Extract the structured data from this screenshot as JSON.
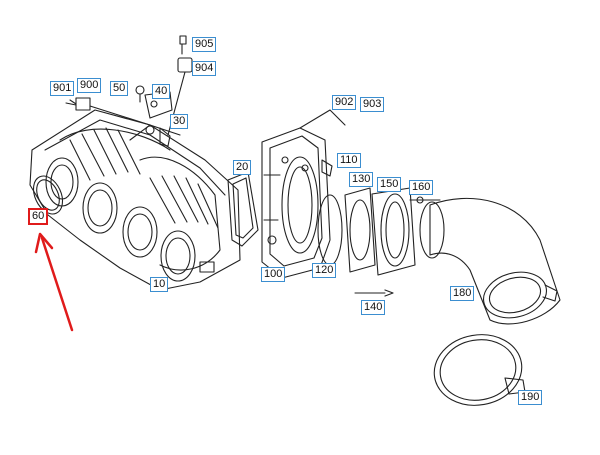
{
  "diagram": {
    "highlight_color": "#e01b1b",
    "label_border_color": "#3b8ed0",
    "line_color": "#222222",
    "highlighted_label": "60",
    "labels": {
      "l905": "905",
      "l904": "904",
      "l901": "901",
      "l900": "900",
      "l50": "50",
      "l40": "40",
      "l30": "30",
      "l902": "902",
      "l903": "903",
      "l20": "20",
      "l110": "110",
      "l130": "130",
      "l150": "150",
      "l160": "160",
      "l60": "60",
      "l100": "100",
      "l120": "120",
      "l10": "10",
      "l180": "180",
      "l140": "140",
      "l190": "190"
    }
  }
}
